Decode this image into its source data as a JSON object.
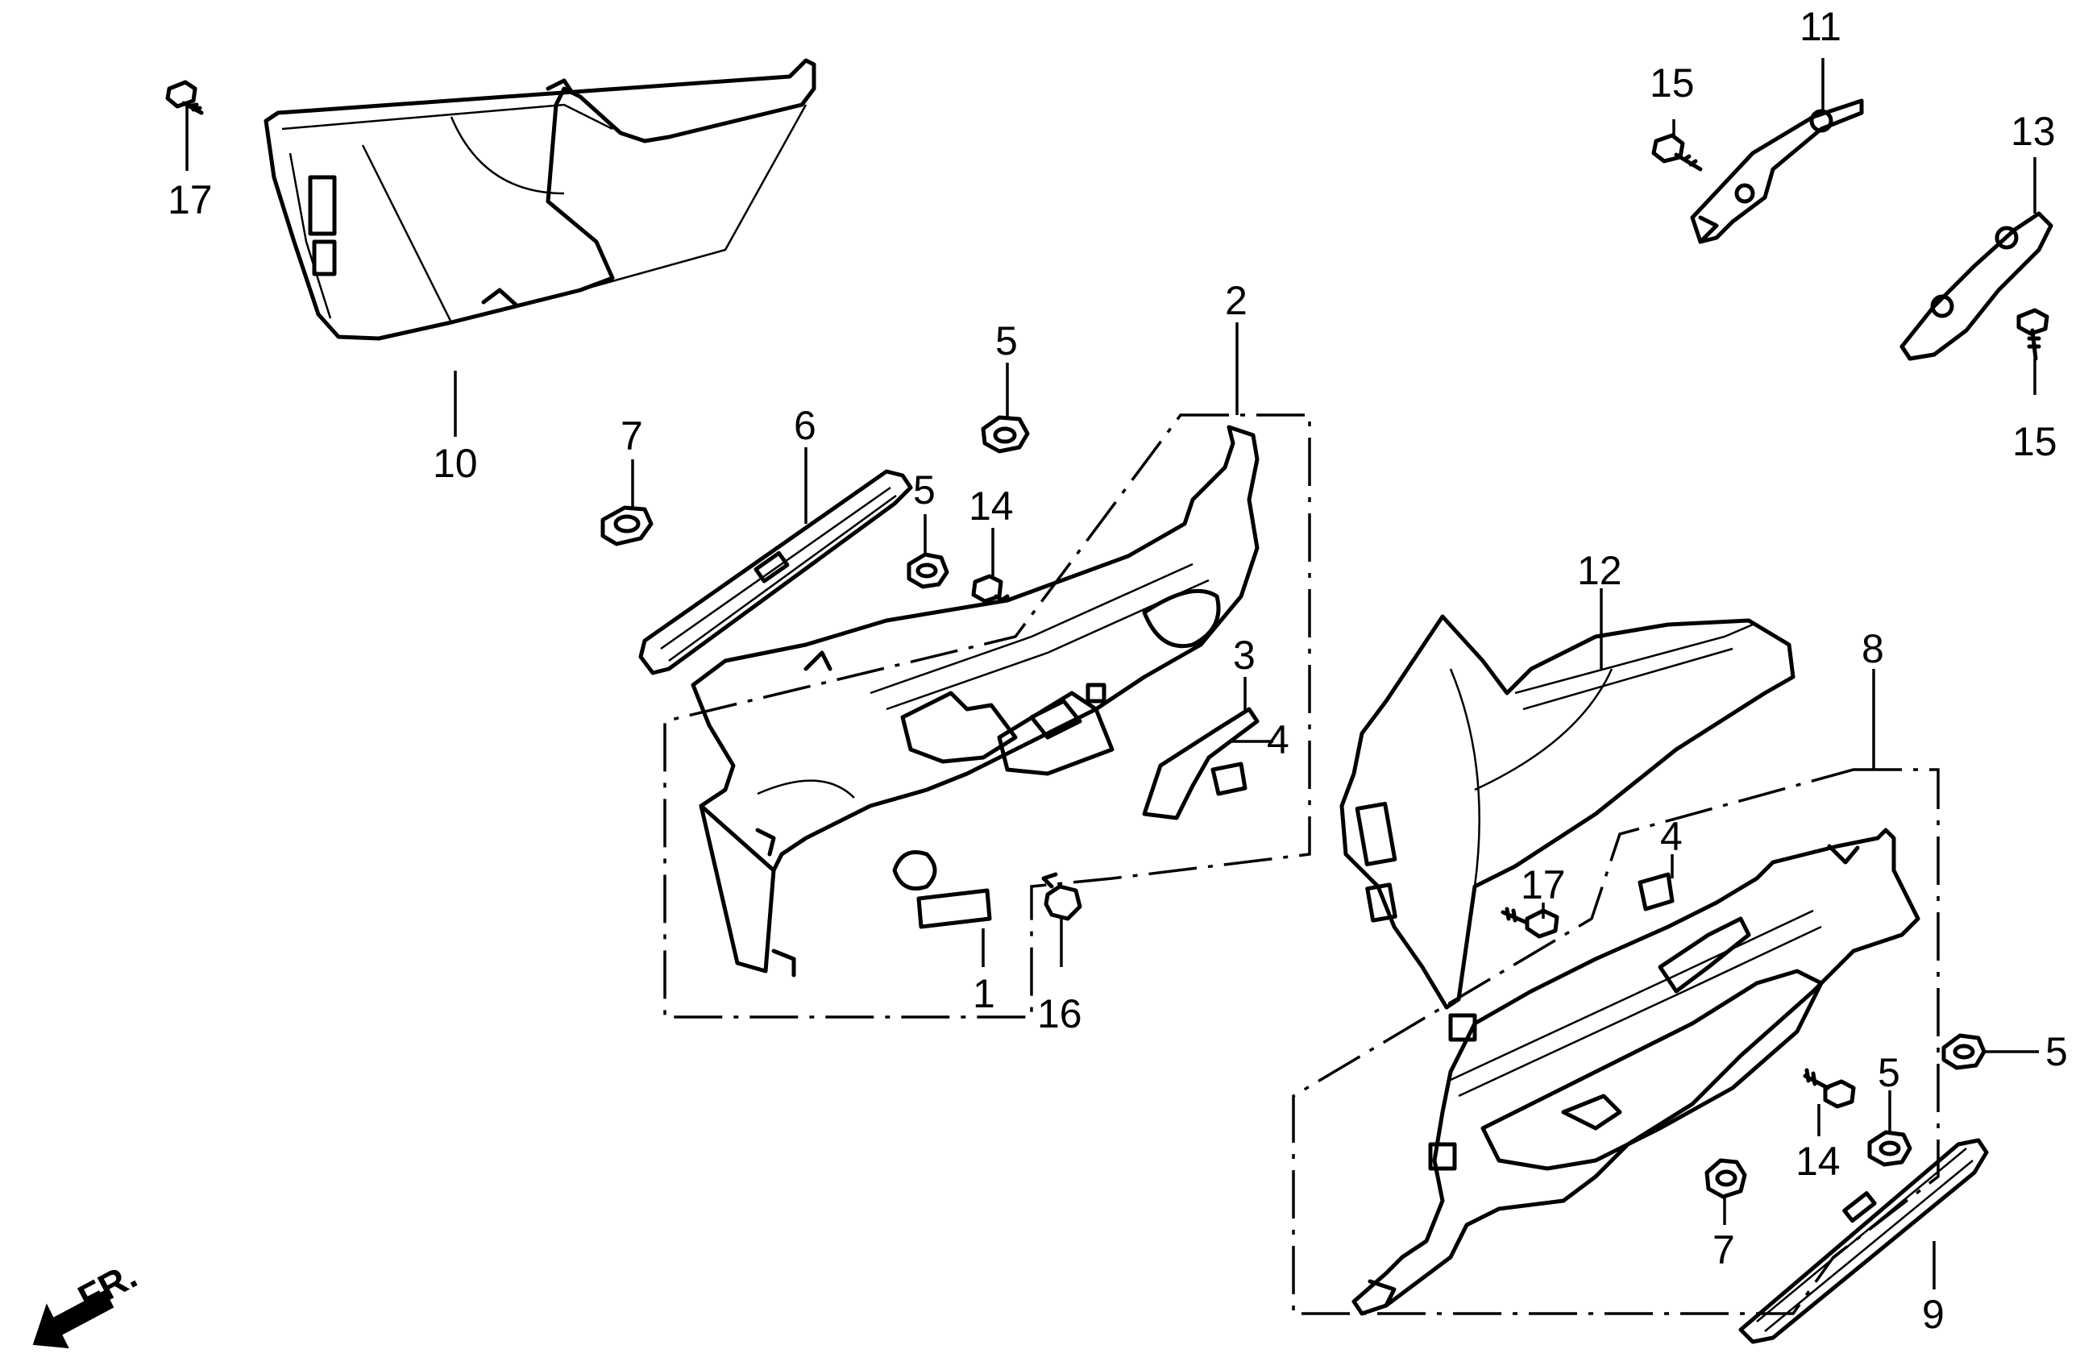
{
  "callouts": [
    {
      "id": "c17a",
      "text": "17"
    },
    {
      "id": "c10",
      "text": "10"
    },
    {
      "id": "c11",
      "text": "11"
    },
    {
      "id": "c15a",
      "text": "15"
    },
    {
      "id": "c13",
      "text": "13"
    },
    {
      "id": "c15b",
      "text": "15"
    },
    {
      "id": "c2",
      "text": "2"
    },
    {
      "id": "c5a",
      "text": "5"
    },
    {
      "id": "c7a",
      "text": "7"
    },
    {
      "id": "c6",
      "text": "6"
    },
    {
      "id": "c5b",
      "text": "5"
    },
    {
      "id": "c14a",
      "text": "14"
    },
    {
      "id": "c3",
      "text": "3"
    },
    {
      "id": "c4a",
      "text": "4"
    },
    {
      "id": "c1",
      "text": "1"
    },
    {
      "id": "c16",
      "text": "16"
    },
    {
      "id": "c12",
      "text": "12"
    },
    {
      "id": "c8",
      "text": "8"
    },
    {
      "id": "c4b",
      "text": "4"
    },
    {
      "id": "c17b",
      "text": "17"
    },
    {
      "id": "c5c",
      "text": "5"
    },
    {
      "id": "c5d",
      "text": "5"
    },
    {
      "id": "c14b",
      "text": "14"
    },
    {
      "id": "c7b",
      "text": "7"
    },
    {
      "id": "c9",
      "text": "9"
    }
  ],
  "direction_marker": {
    "text": "FR.",
    "icon": "front-direction-arrow-icon"
  }
}
